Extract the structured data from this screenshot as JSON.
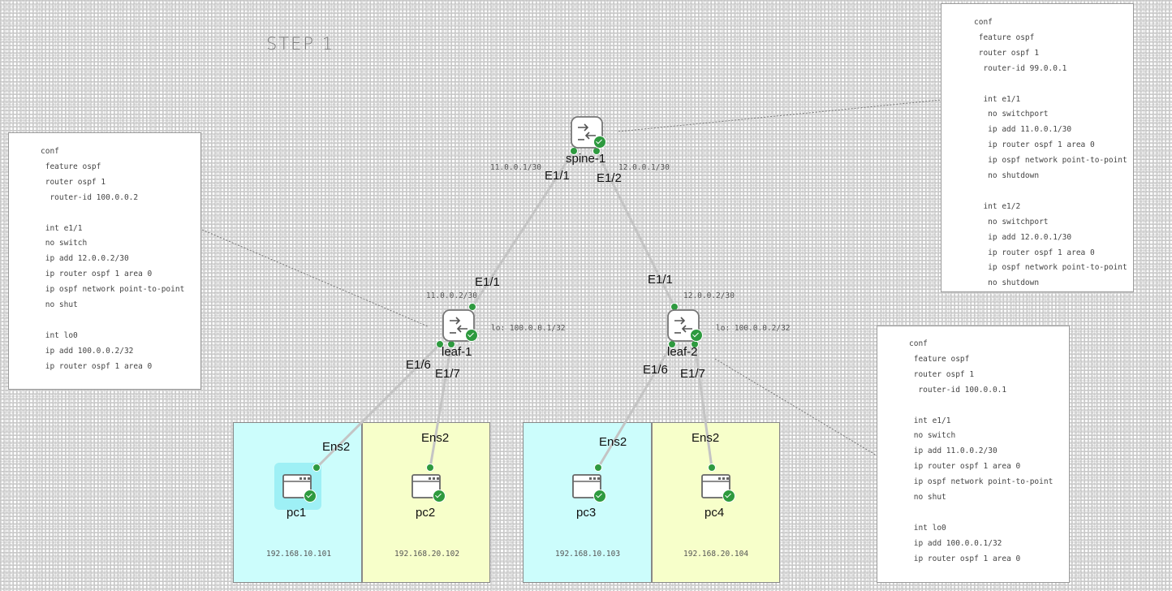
{
  "step_label": "STEP 1",
  "devices": {
    "spine": {
      "name": "spine-1"
    },
    "leaf1": {
      "name": "leaf-1",
      "loopback": "lo: 100.0.0.1/32"
    },
    "leaf2": {
      "name": "leaf-2",
      "loopback": "lo: 100.0.0.2/32"
    },
    "pc1": {
      "name": "pc1",
      "ip": "192.168.10.101"
    },
    "pc2": {
      "name": "pc2",
      "ip": "192.168.20.102"
    },
    "pc3": {
      "name": "pc3",
      "ip": "192.168.10.103"
    },
    "pc4": {
      "name": "pc4",
      "ip": "192.168.20.104"
    }
  },
  "interfaces": {
    "spine_e11": "E1/1",
    "spine_e12": "E1/2",
    "leaf1_e11": "E1/1",
    "leaf2_e11": "E1/1",
    "leaf1_e16": "E1/6",
    "leaf1_e17": "E1/7",
    "leaf2_e16": "E1/6",
    "leaf2_e17": "E1/7",
    "pc1_ens2": "Ens2",
    "pc2_ens2": "Ens2",
    "pc3_ens2": "Ens2",
    "pc4_ens2": "Ens2"
  },
  "link_ips": {
    "spine_e11": "11.0.0.1/30",
    "spine_e12": "12.0.0.1/30",
    "leaf1_e11": "11.0.0.2/30",
    "leaf2_e11": "12.0.0.2/30"
  },
  "configs": {
    "spine": [
      "conf",
      " feature ospf",
      " router ospf 1",
      "  router-id 99.0.0.1",
      "",
      "  int e1/1",
      "   no switchport",
      "   ip add 11.0.0.1/30",
      "   ip router ospf 1 area 0",
      "   ip ospf network point-to-point",
      "   no shutdown",
      "",
      "  int e1/2",
      "   no switchport",
      "   ip add 12.0.0.1/30",
      "   ip router ospf 1 area 0",
      "   ip ospf network point-to-point",
      "   no shutdown"
    ],
    "left": [
      "conf",
      " feature ospf",
      " router ospf 1",
      "  router-id 100.0.0.2",
      "",
      " int e1/1",
      " no switch",
      " ip add 12.0.0.2/30",
      " ip router ospf 1 area 0",
      " ip ospf network point-to-point",
      " no shut",
      "",
      " int lo0",
      " ip add 100.0.0.2/32",
      " ip router ospf 1 area 0"
    ],
    "right": [
      "conf",
      " feature ospf",
      " router ospf 1",
      "  router-id 100.0.0.1",
      "",
      " int e1/1",
      " no switch",
      " ip add 11.0.0.2/30",
      " ip router ospf 1 area 0",
      " ip ospf network point-to-point",
      " no shut",
      "",
      " int lo0",
      " ip add 100.0.0.1/32",
      " ip router ospf 1 area 0"
    ]
  },
  "colors": {
    "status_green": "#2e9a3f",
    "link_gray": "#c4c4c4",
    "cyan_zone": "#ccfdfc",
    "yellow_zone": "#f7ffca"
  },
  "icons": {
    "switch": "switch-icon",
    "pc": "terminal-window-icon",
    "status": "checkmark-status-icon"
  }
}
